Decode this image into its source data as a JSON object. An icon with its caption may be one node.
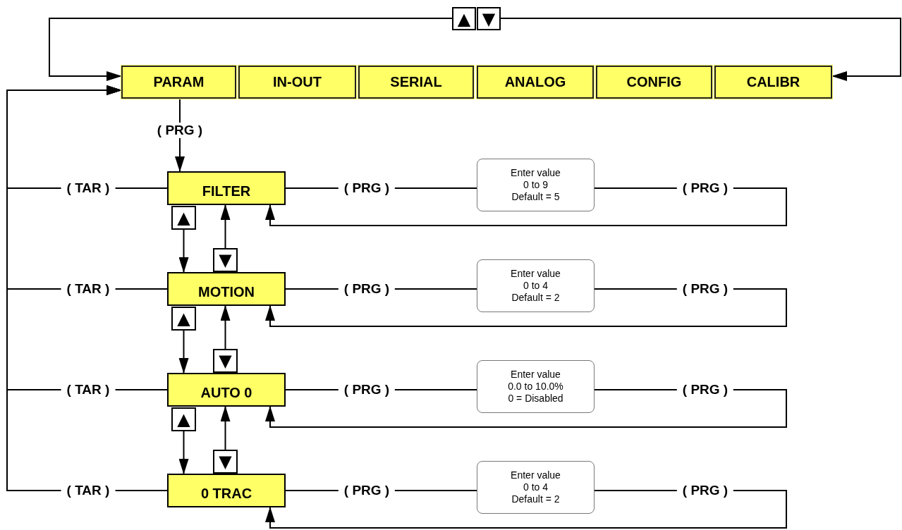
{
  "diagram": {
    "nodes": [
      {
        "text": [
          "▲"
        ]
      },
      {
        "text": [
          "▼"
        ]
      },
      {
        "text": [
          "PARAM"
        ]
      },
      {
        "text": [
          "IN-OUT"
        ]
      },
      {
        "text": [
          "SERIAL"
        ]
      },
      {
        "text": [
          "ANALOG"
        ]
      },
      {
        "text": [
          "CONFIG"
        ]
      },
      {
        "text": [
          "CALIBR"
        ]
      },
      {
        "text": [
          "FILTER"
        ]
      },
      {
        "text": [
          "Enter value 0 to 9 Default = 5"
        ]
      },
      {
        "text": [
          "▲"
        ]
      },
      {
        "text": [
          "▼"
        ]
      },
      {
        "text": [
          "MOTION"
        ]
      },
      {
        "text": [
          "Enter value 0 to 4 Default = 2"
        ]
      },
      {
        "text": [
          "▲"
        ]
      },
      {
        "text": [
          "▼"
        ]
      },
      {
        "text": [
          "AUTO 0"
        ]
      },
      {
        "text": [
          "Enter value 0.0 to 10.0% 0 = Disabled"
        ]
      },
      {
        "text": [
          "▲"
        ]
      },
      {
        "text": [
          "▼"
        ]
      },
      {
        "text": [
          "0 TRAC"
        ]
      },
      {
        "text": [
          "Enter value 0 to 4 Default = 2"
        ]
      }
    ],
    "edges": [
      {
        "from": 0,
        "to": 2,
        "arrow": "to"
      },
      {
        "from": 1,
        "to": 7,
        "arrow": "to"
      },
      {
        "from": 2,
        "to": 8,
        "arrow": "to",
        "label": "( PRG )"
      },
      {
        "from": 8,
        "to": 2,
        "arrow": "to",
        "label": "( TAR )"
      },
      {
        "from": 12,
        "to": 2,
        "arrow": "to",
        "label": "( TAR )"
      },
      {
        "from": 16,
        "to": 2,
        "arrow": "to",
        "label": "( TAR )"
      },
      {
        "from": 20,
        "to": 2,
        "arrow": "to",
        "label": "( TAR )"
      },
      {
        "from": 8,
        "to": 9,
        "arrow": "none",
        "label": "( PRG )"
      },
      {
        "from": 9,
        "to": 8,
        "arrow": "to",
        "label": "( PRG )"
      },
      {
        "from": 10,
        "to": 12,
        "arrow": "to"
      },
      {
        "from": 11,
        "to": 8,
        "arrow": "to"
      },
      {
        "from": 12,
        "to": 13,
        "arrow": "none",
        "label": "( PRG )"
      },
      {
        "from": 13,
        "to": 12,
        "arrow": "to",
        "label": "( PRG )"
      },
      {
        "from": 14,
        "to": 16,
        "arrow": "to"
      },
      {
        "from": 15,
        "to": 12,
        "arrow": "to"
      },
      {
        "from": 16,
        "to": 17,
        "arrow": "none",
        "label": "( PRG )"
      },
      {
        "from": 17,
        "to": 16,
        "arrow": "to",
        "label": "( PRG )"
      },
      {
        "from": 18,
        "to": 20,
        "arrow": "to"
      },
      {
        "from": 19,
        "to": 16,
        "arrow": "to"
      },
      {
        "from": 20,
        "to": 21,
        "arrow": "none",
        "label": "( PRG )"
      },
      {
        "from": 21,
        "to": 20,
        "arrow": "to",
        "label": "( PRG )"
      }
    ]
  }
}
